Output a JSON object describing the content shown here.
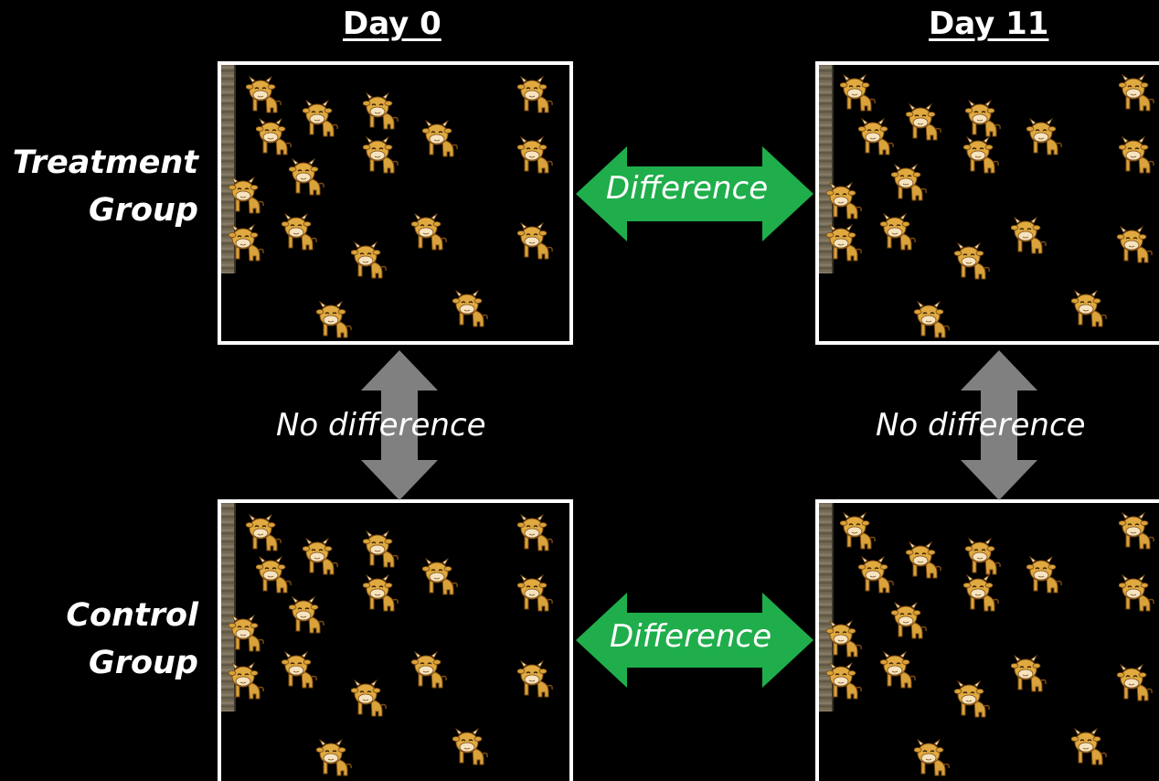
{
  "headers": {
    "day0": "Day 0",
    "day11": "Day 11"
  },
  "rows": {
    "treatment": [
      "Treatment",
      "Group"
    ],
    "control": [
      "Control",
      "Group"
    ]
  },
  "arrows": {
    "horizontal_label": "Difference",
    "vertical_label": "No difference",
    "horizontal_color": "#1fae4b",
    "vertical_color": "#808080"
  },
  "icons": {
    "animal": "cow-icon",
    "fence": "fence-icon"
  }
}
